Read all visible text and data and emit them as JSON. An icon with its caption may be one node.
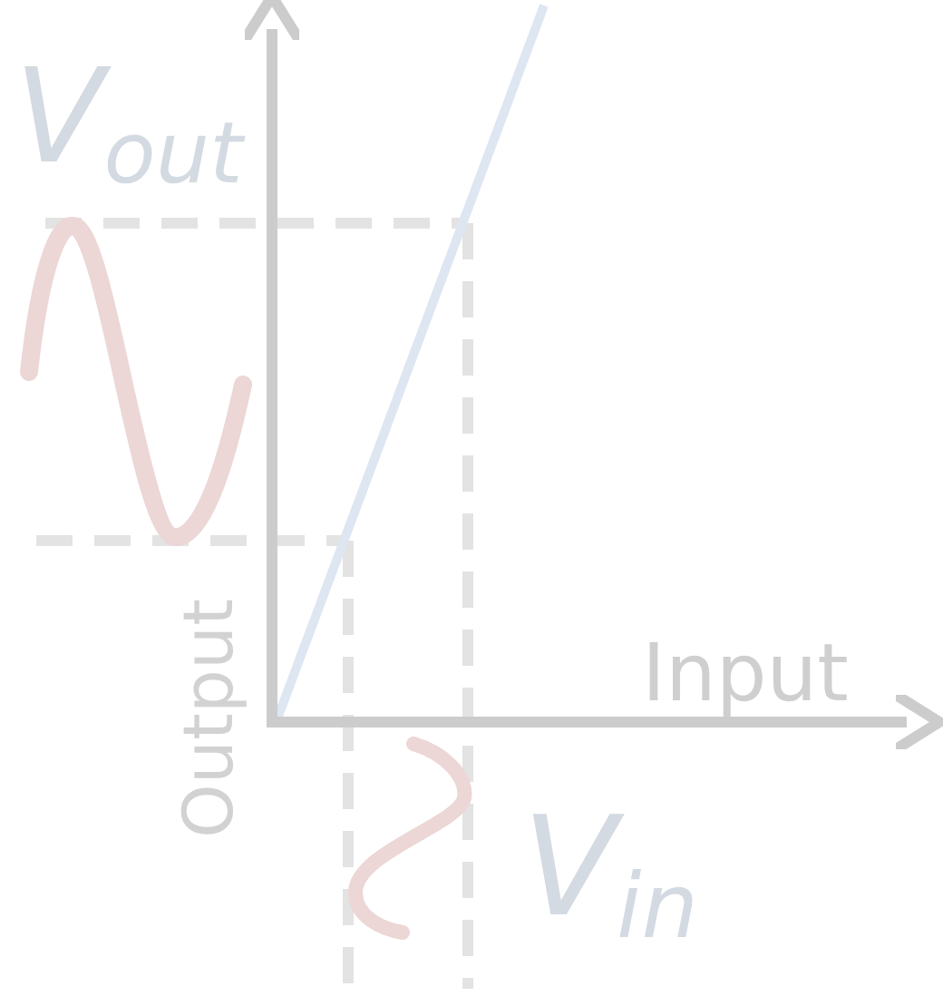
{
  "diagram": {
    "labels": [
      "V$_{out}$",
      "Output",
      "Input",
      "V$_{in}$"
    ]
  }
}
